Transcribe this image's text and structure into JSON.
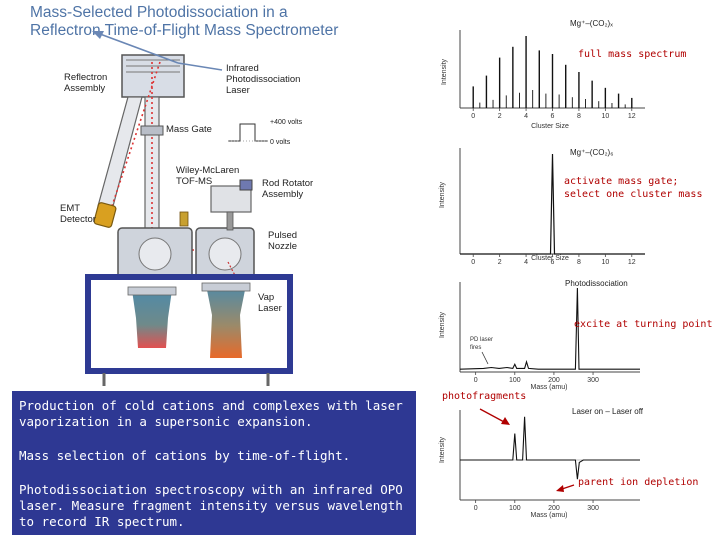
{
  "title_line1": "Mass-Selected Photodissociation in a",
  "title_line2": "Reflectron Time-of-Flight Mass Spectrometer",
  "apparatus": {
    "reflectron_assembly": [
      "Reflectron",
      "Assembly"
    ],
    "ir_laser": [
      "Infrared",
      "Photodissociation",
      "Laser"
    ],
    "mass_gate": "Mass Gate",
    "plus_400": "+400 volts",
    "zero_volts": "0 volts",
    "tof_ms": [
      "Wiley-McLaren",
      "TOF-MS"
    ],
    "rod_rotator": [
      "Rod Rotator",
      "Assembly"
    ],
    "emt_detector": [
      "EMT",
      "Detector"
    ],
    "pulsed_nozzle": [
      "Pulsed",
      "Nozzle"
    ],
    "vap_laser": [
      "Vap",
      "Laser"
    ]
  },
  "description": {
    "para1": "Production of cold cations and complexes with laser vaporization in a supersonic expansion.",
    "para2": "Mass selection of cations by time-of-flight.",
    "para3": "Photodissociation spectroscopy with an infrared OPO laser. Measure fragment intensity versus wavelength to record IR spectrum."
  },
  "spectrum1": {
    "species": "Mg⁺–(CO₂)ₓ",
    "note": "full mass spectrum",
    "ylabel": "Intensity",
    "xlabel": "Cluster Size",
    "ticks": [
      "0",
      "2",
      "4",
      "6",
      "8",
      "10",
      "12"
    ]
  },
  "spectrum2": {
    "species": "Mg⁺–(CO₂)₆",
    "note_line1": "activate mass gate;",
    "note_line2": "select one cluster mass",
    "ylabel": "Intensity",
    "xlabel": "Cluster Size",
    "ticks": [
      "0",
      "2",
      "4",
      "6",
      "8",
      "10",
      "12"
    ]
  },
  "spectrum3": {
    "heading": "Photodissociation",
    "note": "excite at turning point",
    "pd_laser": [
      "PD laser",
      "fires"
    ],
    "ylabel": "Intensity",
    "xlabel": "Mass (amu)",
    "ticks": [
      "0",
      "100",
      "200",
      "300"
    ]
  },
  "spectrum4": {
    "legend": "Laser on – Laser off",
    "photofragments": "photofragments",
    "parent_depletion": "parent ion depletion",
    "ylabel": "Intensity",
    "xlabel": "Mass (amu)",
    "ticks": [
      "0",
      "100",
      "200",
      "300"
    ]
  },
  "chart_data": [
    {
      "type": "bar",
      "ylabel": "Intensity",
      "xlabel": "Cluster Size",
      "x_range": [
        -1,
        13
      ],
      "x": [
        0,
        1,
        2,
        3,
        4,
        5,
        6,
        7,
        8,
        9,
        10,
        11,
        12
      ],
      "values": [
        0.3,
        0.45,
        0.7,
        0.85,
        1.0,
        0.8,
        0.75,
        0.6,
        0.5,
        0.38,
        0.28,
        0.2,
        0.14
      ]
    },
    {
      "type": "line",
      "ylabel": "Intensity",
      "xlabel": "Cluster Size",
      "x_range": [
        -1,
        13
      ],
      "x": [
        -1,
        5.85,
        6.0,
        6.15,
        13
      ],
      "values": [
        0.0,
        0.0,
        1.0,
        0.0,
        0.0
      ]
    },
    {
      "type": "line",
      "ylabel": "Intensity",
      "xlabel": "Mass (amu)",
      "x_range": [
        -40,
        420
      ],
      "x": [
        -40,
        20,
        40,
        60,
        80,
        95,
        100,
        105,
        125,
        130,
        135,
        160,
        255,
        260,
        264,
        268,
        420
      ],
      "values": [
        0.01,
        0.02,
        0.03,
        0.02,
        0.03,
        0.02,
        0.07,
        0.02,
        0.02,
        0.1,
        0.02,
        0.01,
        0.01,
        1.0,
        0.01,
        0.01,
        0.01
      ]
    },
    {
      "type": "line",
      "ylabel": "Intensity",
      "xlabel": "Mass (amu)",
      "x_range": [
        -40,
        420
      ],
      "x": [
        -40,
        95,
        100,
        105,
        120,
        125,
        130,
        135,
        150,
        245,
        255,
        260,
        265,
        275,
        420
      ],
      "values": [
        0.0,
        0.0,
        0.55,
        0.0,
        0.0,
        0.9,
        0.0,
        0.0,
        0.0,
        0.0,
        0.0,
        -0.4,
        -0.05,
        0.0,
        0.0
      ]
    }
  ]
}
